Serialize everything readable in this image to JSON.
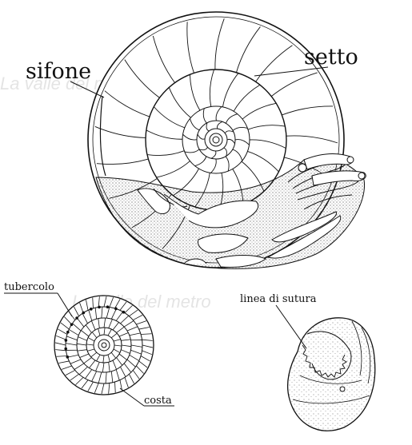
{
  "labels": {
    "sifone": "sifone",
    "setto": "setto",
    "tubercolo": "tubercolo",
    "costa": "costa",
    "linea_di_sutura": "linea di sutura"
  },
  "watermark": {
    "upper": "La valle del metro",
    "lower": "La valle del metro"
  },
  "colors": {
    "ink": "#111111",
    "stipple": "#555555",
    "background": "#ffffff"
  }
}
